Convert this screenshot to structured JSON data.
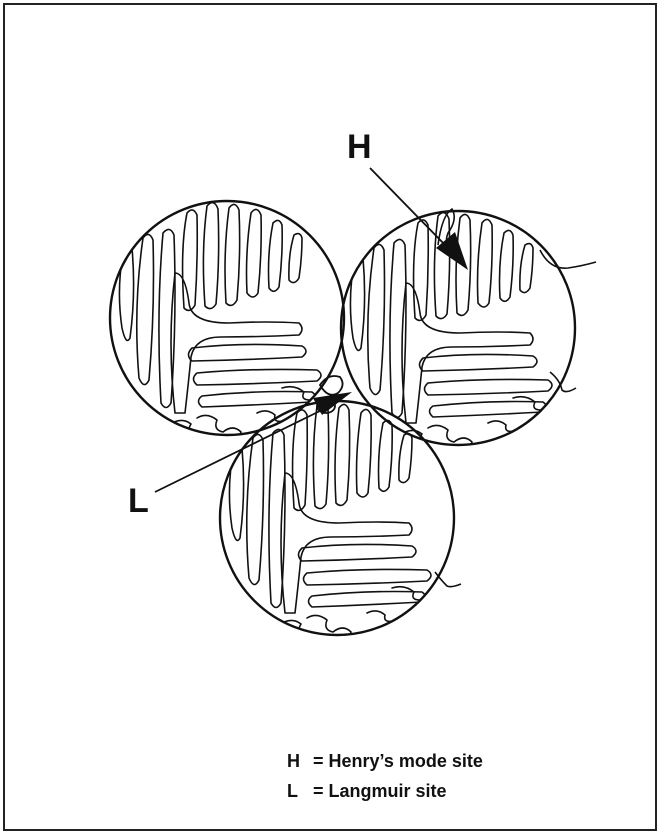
{
  "labels": {
    "henry_marker": "H",
    "langmuir_marker": "L"
  },
  "legend": [
    {
      "symbol": "H",
      "description": "= Henry’s mode site"
    },
    {
      "symbol": "L",
      "description": "= Langmuir site"
    }
  ],
  "colors": {
    "ink": "#111111",
    "background": "#ffffff"
  }
}
